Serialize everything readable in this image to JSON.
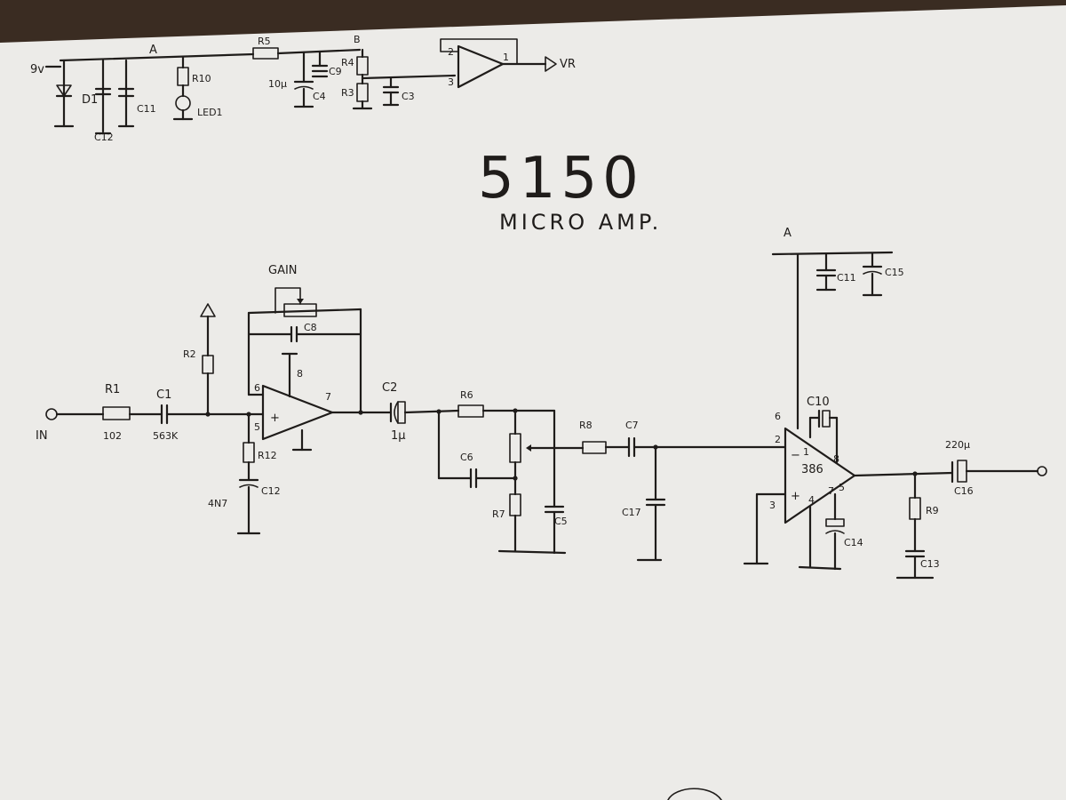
{
  "title": "5150",
  "subtitle": "MICRO AMP.",
  "colors": {
    "paper": "#ecebe8",
    "ink": "#1f1c1a",
    "background": "#3a2c22"
  },
  "power_section": {
    "input_node": "9v",
    "node_a": "A",
    "node_b": "B",
    "d1": "D1",
    "c11": "C11",
    "c12": "C12",
    "r10": "R10",
    "led1": "LED1",
    "r5": "R5",
    "c9": "C9",
    "c4": "C4",
    "c4_value": "10μ",
    "r4": "R4",
    "r3": "R3",
    "c3": "C3",
    "buffer_pin_1": "1",
    "buffer_pin_2": "2",
    "buffer_pin_3": "3",
    "vr_label": "VR"
  },
  "preamp": {
    "input_label": "IN",
    "r1": "R1",
    "r1_value": "102",
    "c1": "C1",
    "c1_value": "563K",
    "r2": "R2",
    "gain": "GAIN",
    "c8": "C8",
    "pin_8": "8",
    "pin_6": "6",
    "pin_5": "5",
    "pin_7": "7",
    "plus": "+",
    "minus": "−",
    "r12": "R12",
    "c12_bottom": "C12",
    "c12_value": "4N7"
  },
  "tone_stage": {
    "c2": "C2",
    "c2_value": "1μ",
    "r6": "R6",
    "c6": "C6",
    "r7": "R7",
    "c5": "C5",
    "r8": "R8",
    "c7": "C7",
    "c17": "C17"
  },
  "power_amp": {
    "node_a": "A",
    "c11": "C11",
    "c15": "C15",
    "c10": "C10",
    "pin_6": "6",
    "pin_2": "2",
    "pin_1": "1",
    "pin_3": "3",
    "pin_4": "4",
    "pin_5": "5",
    "pin_7": "7",
    "pin_8": "8",
    "chip": "386",
    "c14": "C14",
    "r9": "R9",
    "c13": "C13",
    "c16": "C16",
    "c16_value": "220μ"
  }
}
